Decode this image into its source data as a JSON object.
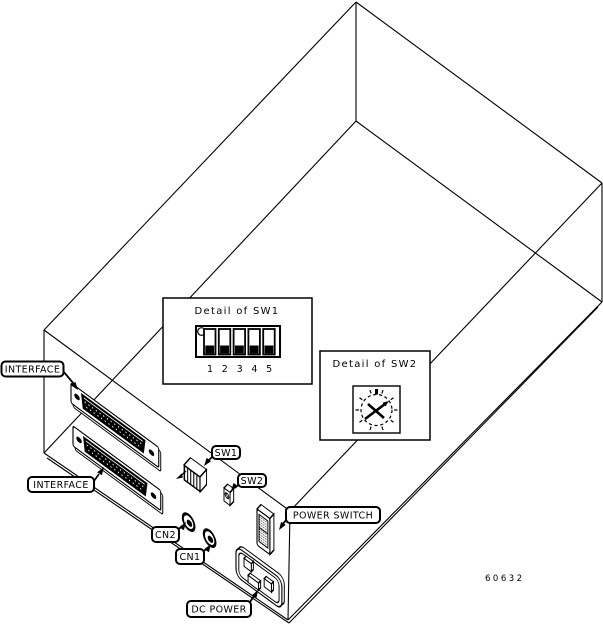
{
  "callouts": {
    "interface_top": "INTERFACE",
    "interface_bottom": "INTERFACE",
    "sw1": "SW1",
    "sw2": "SW2",
    "power_switch": "POWER SWITCH",
    "cn2": "CN2",
    "cn1": "CN1",
    "dc_power": "DC POWER"
  },
  "detail_sw1": {
    "title": "Detail of SW1",
    "positions": [
      "1",
      "2",
      "3",
      "4",
      "5"
    ]
  },
  "detail_sw2": {
    "title": "Detail of SW2"
  },
  "part_number": "60632",
  "colors": {
    "line": "#000000",
    "background": "#ffffff"
  }
}
